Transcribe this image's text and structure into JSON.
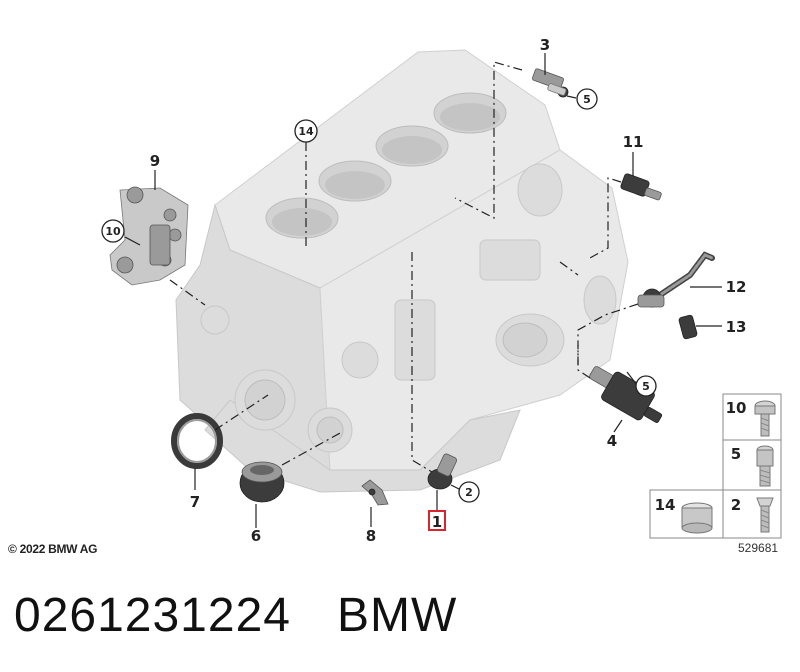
{
  "diagram": {
    "callouts": {
      "c1": "1",
      "c2": "2",
      "c3": "3",
      "c4": "4",
      "c5a": "5",
      "c5b": "5",
      "c6": "6",
      "c7": "7",
      "c8": "8",
      "c9": "9",
      "c10": "10",
      "c11": "11",
      "c12": "12",
      "c13": "13",
      "c14": "14"
    },
    "highlight_color": "#d9262c",
    "legend": {
      "rows": [
        {
          "label": "10",
          "icon": "torx-bolt-icon"
        },
        {
          "label": "5",
          "icon": "long-bolt-icon"
        },
        {
          "label": "14",
          "icon": "sleeve-icon"
        },
        {
          "label": "2",
          "icon": "screw-icon"
        }
      ]
    },
    "copyright": "© 2022 BMW AG",
    "reference": "529681"
  },
  "product": {
    "part_number": "0261231224",
    "brand": "BMW"
  }
}
